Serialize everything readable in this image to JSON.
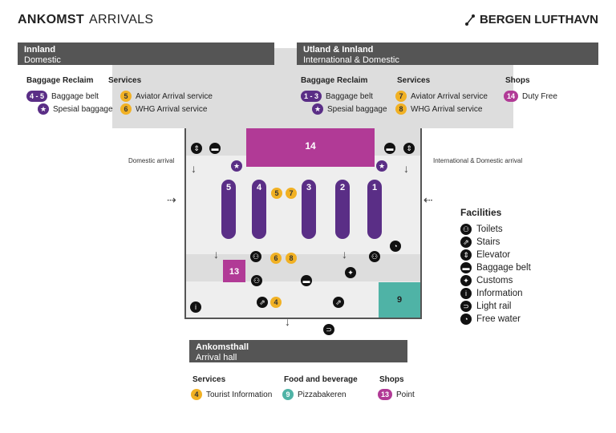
{
  "header": {
    "title_bold": "ANKOMST",
    "title_light": "ARRIVALS",
    "brand": "BERGEN LUFTHAVN"
  },
  "domestic_bar": {
    "line1": "Innland",
    "line2": "Domestic"
  },
  "international_bar": {
    "line1": "Utland & Innland",
    "line2": "International & Domestic"
  },
  "arrival_hall_bar": {
    "line1": "Ankomsthall",
    "line2": "Arrival hall"
  },
  "domestic_legend": {
    "baggage_title": "Baggage Reclaim",
    "baggage_items": [
      {
        "badge": "4 - 5",
        "label": "Baggage belt"
      },
      {
        "badge": "★",
        "label": "Spesial baggage"
      }
    ],
    "services_title": "Services",
    "services_items": [
      {
        "badge": "5",
        "label": "Aviator Arrival service"
      },
      {
        "badge": "6",
        "label": "WHG Arrival service"
      }
    ]
  },
  "international_legend": {
    "baggage_title": "Baggage Reclaim",
    "baggage_items": [
      {
        "badge": "1 - 3",
        "label": "Baggage belt"
      },
      {
        "badge": "★",
        "label": "Spesial baggage"
      }
    ],
    "services_title": "Services",
    "services_items": [
      {
        "badge": "7",
        "label": "Aviator Arrival service"
      },
      {
        "badge": "8",
        "label": "WHG Arrival service"
      }
    ],
    "shops_title": "Shops",
    "shops_items": [
      {
        "badge": "14",
        "label": "Duty Free"
      }
    ]
  },
  "map_labels": {
    "domestic_arrival": "Domestic arrival",
    "international_arrival": "International & Domestic arrival",
    "duty_free_number": "14",
    "belts": [
      "5",
      "4",
      "3",
      "2",
      "1"
    ],
    "service_5": "5",
    "service_7": "7",
    "service_6": "6",
    "service_8": "8",
    "point_number": "13",
    "tourist_info_number": "4",
    "pizzabakeren_number": "9"
  },
  "facilities": {
    "title": "Facilities",
    "items": [
      {
        "icon": "toilets-icon",
        "glyph": "⚇",
        "label": "Toilets"
      },
      {
        "icon": "stairs-icon",
        "glyph": "⇗",
        "label": "Stairs"
      },
      {
        "icon": "elevator-icon",
        "glyph": "⇕",
        "label": "Elevator"
      },
      {
        "icon": "baggage-belt-icon",
        "glyph": "▬",
        "label": "Baggage belt"
      },
      {
        "icon": "customs-icon",
        "glyph": "✦",
        "label": "Customs"
      },
      {
        "icon": "information-icon",
        "glyph": "i",
        "label": "Information"
      },
      {
        "icon": "light-rail-icon",
        "glyph": "⊃",
        "label": "Light rail"
      },
      {
        "icon": "free-water-icon",
        "glyph": "◔",
        "label": "Free water"
      }
    ]
  },
  "hall_legend": {
    "services_title": "Services",
    "services_items": [
      {
        "badge": "4",
        "label": "Tourist Information"
      }
    ],
    "food_title": "Food and beverage",
    "food_items": [
      {
        "badge": "9",
        "label": "Pizzabakeren"
      }
    ],
    "shops_title": "Shops",
    "shops_items": [
      {
        "badge": "13",
        "label": "Point"
      }
    ]
  },
  "colors": {
    "belt_purple": "#5a2e86",
    "service_orange": "#f1b124",
    "shop_magenta": "#b13a96",
    "food_teal": "#4fb3a6",
    "bar_grey": "#555555"
  }
}
